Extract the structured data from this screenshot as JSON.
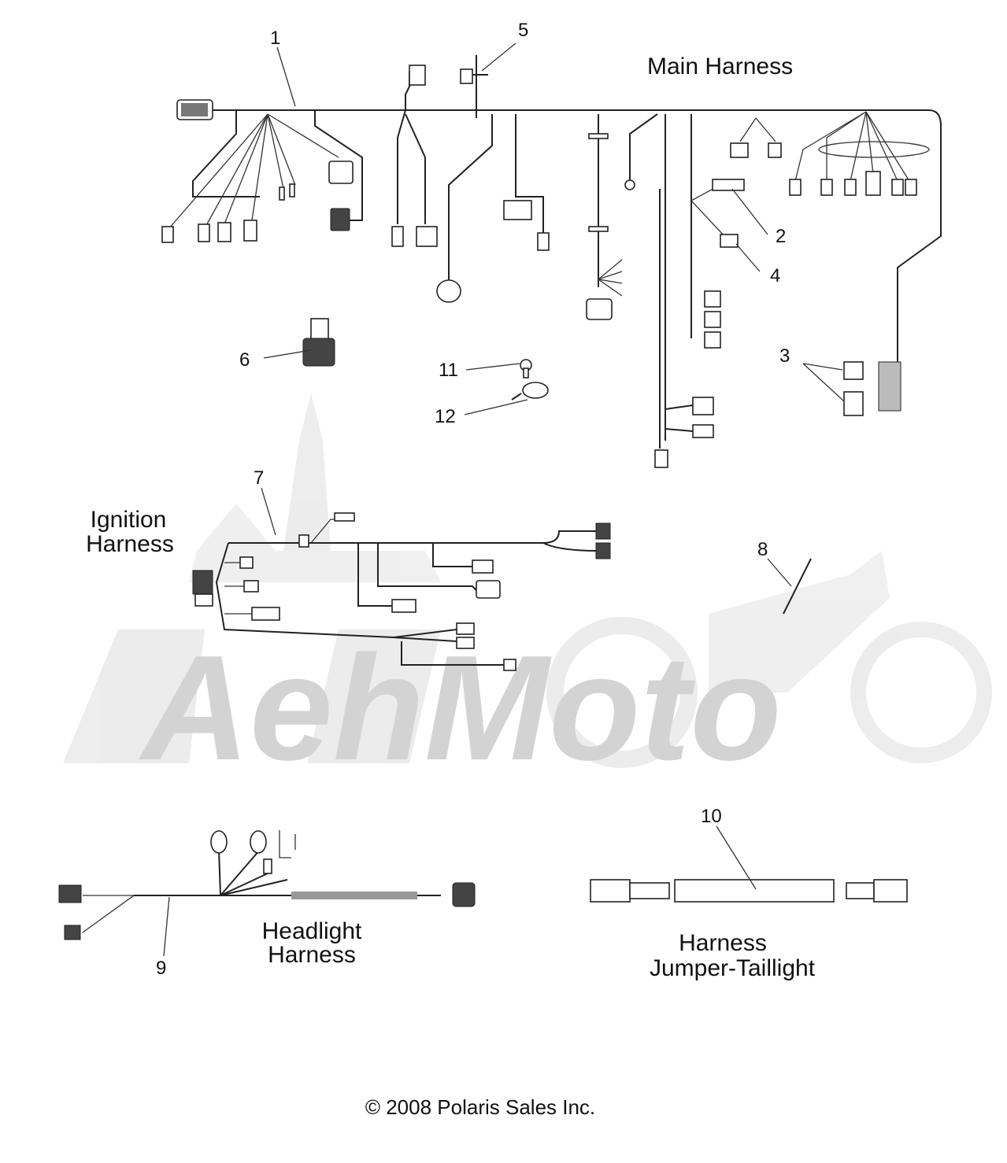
{
  "titles": {
    "main_harness": "Main Harness",
    "ignition_harness_line1": "Ignition",
    "ignition_harness_line2": "Harness",
    "headlight_harness_line1": "Headlight",
    "headlight_harness_line2": "Harness",
    "jumper_line1": "Harness",
    "jumper_line2": "Jumper-Taillight"
  },
  "callouts": [
    "1",
    "2",
    "3",
    "4",
    "5",
    "6",
    "7",
    "8",
    "9",
    "10",
    "11",
    "12"
  ],
  "watermark": "AehMoto",
  "copyright": "© 2008 Polaris Sales Inc."
}
